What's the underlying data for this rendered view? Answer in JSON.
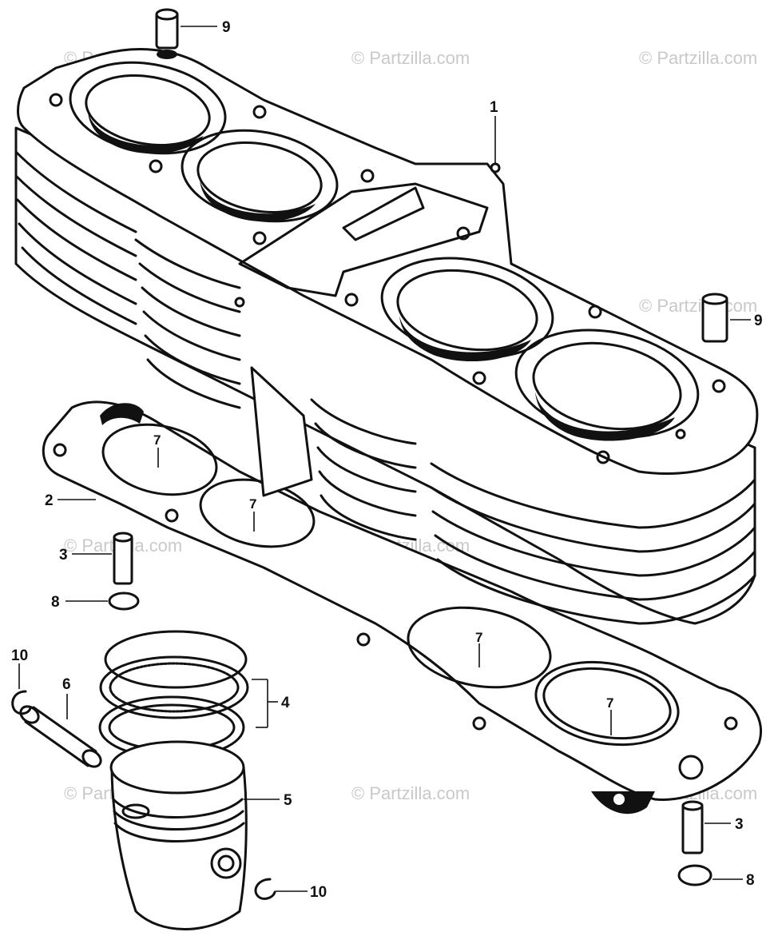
{
  "watermark": "© Partzilla.com",
  "callouts": {
    "c1": "1",
    "c2": "2",
    "c3a": "3",
    "c3b": "3",
    "c4": "4",
    "c5": "5",
    "c6": "6",
    "c7a": "7",
    "c7b": "7",
    "c7c": "7",
    "c7d": "7",
    "c8a": "8",
    "c8b": "8",
    "c9a": "9",
    "c9b": "9",
    "c10a": "10",
    "c10b": "10"
  }
}
